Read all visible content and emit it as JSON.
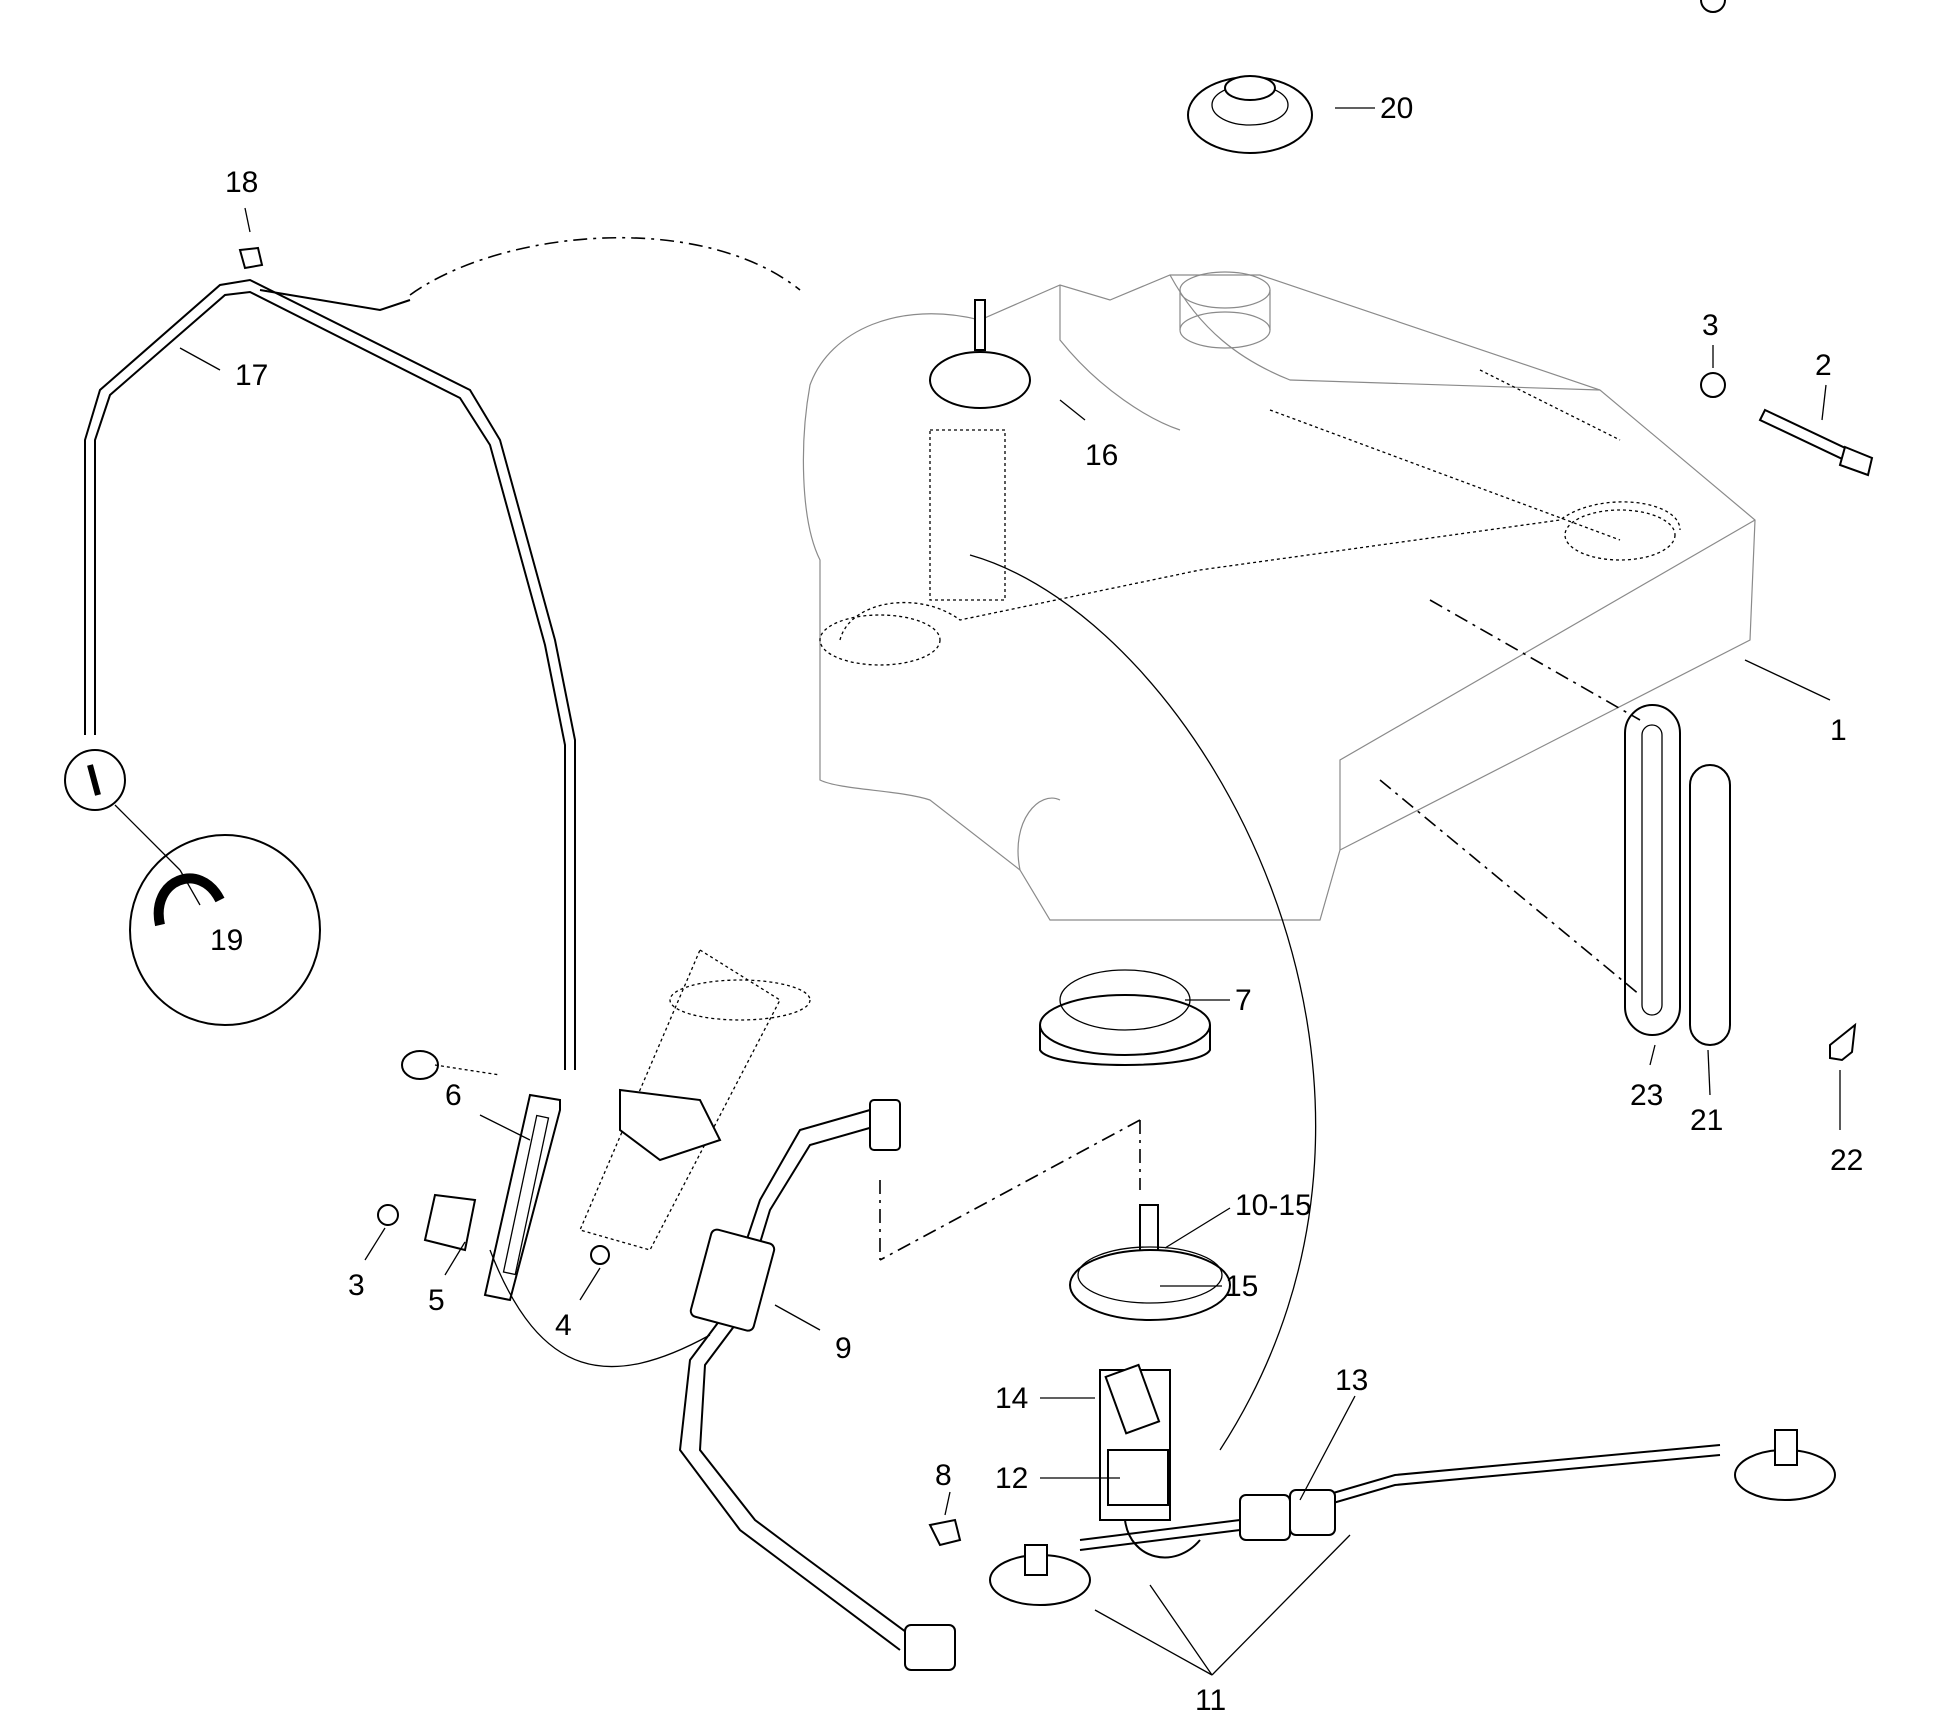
{
  "diagram": {
    "type": "exploded-parts-diagram",
    "subject": "fuel tank and fuel pump assembly",
    "callouts": [
      {
        "id": "c1",
        "label": "1"
      },
      {
        "id": "c2",
        "label": "2"
      },
      {
        "id": "c3a",
        "label": "3"
      },
      {
        "id": "c3b",
        "label": "3"
      },
      {
        "id": "c4",
        "label": "4"
      },
      {
        "id": "c5",
        "label": "5"
      },
      {
        "id": "c6",
        "label": "6"
      },
      {
        "id": "c7",
        "label": "7"
      },
      {
        "id": "c8",
        "label": "8"
      },
      {
        "id": "c9",
        "label": "9"
      },
      {
        "id": "c10_15",
        "label": "10-15"
      },
      {
        "id": "c11",
        "label": "11"
      },
      {
        "id": "c12",
        "label": "12"
      },
      {
        "id": "c13",
        "label": "13"
      },
      {
        "id": "c14",
        "label": "14"
      },
      {
        "id": "c15",
        "label": "15"
      },
      {
        "id": "c16",
        "label": "16"
      },
      {
        "id": "c17",
        "label": "17"
      },
      {
        "id": "c18",
        "label": "18"
      },
      {
        "id": "c19",
        "label": "19"
      },
      {
        "id": "c20",
        "label": "20"
      },
      {
        "id": "c21",
        "label": "21"
      },
      {
        "id": "c22",
        "label": "22"
      },
      {
        "id": "c23",
        "label": "23"
      }
    ]
  }
}
